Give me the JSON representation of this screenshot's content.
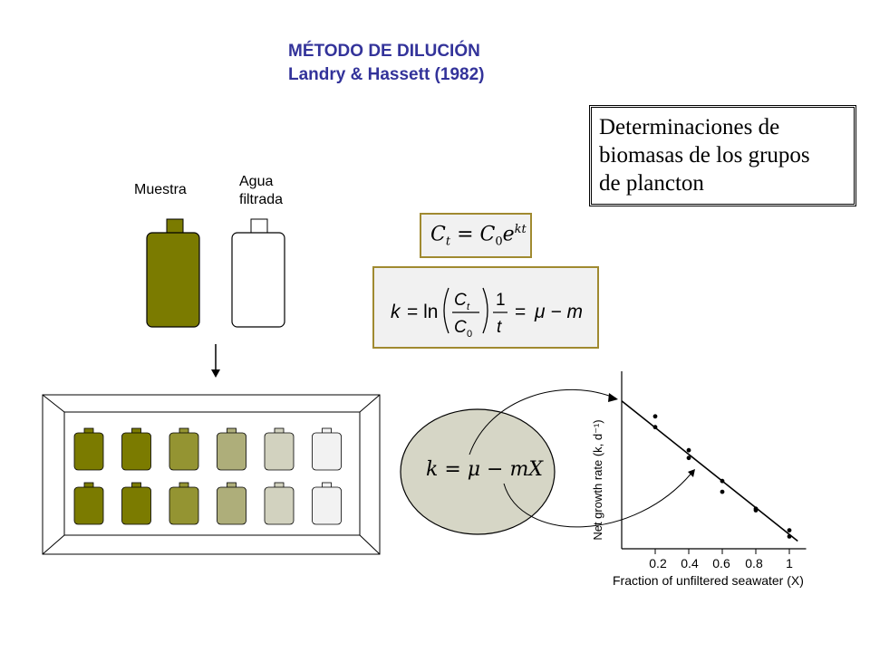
{
  "title": {
    "line1": "MÉTODO DE DILUCIÓN",
    "line2": "Landry & Hassett (1982)"
  },
  "note_box": {
    "line1": "Determinaciones de",
    "line2": "biomasas de los grupos",
    "line3": "de plancton"
  },
  "bottles": {
    "sample_label": "Muestra",
    "filtered_label_line1": "Agua",
    "filtered_label_line2": "filtrada"
  },
  "equations": {
    "exponential": {
      "lhs": "C",
      "lhs_sub": "t",
      "rhs": "C",
      "rhs_sub": "0",
      "e": "e",
      "exp": "kt"
    },
    "rate": "k = ln(C_t / C_0)(1/t) = μ − m",
    "linear": "k = μ − mX"
  },
  "dilution_tray": {
    "rows": 2,
    "colors": [
      "#7b7b00",
      "#7b7b00",
      "#949432",
      "#aeae7a",
      "#d2d2bf",
      "#f2f2f2"
    ]
  },
  "chart_data": {
    "type": "scatter",
    "xlabel": "Fraction of unfiltered seawater (X)",
    "ylabel": "Net growth rate (k, d⁻¹)",
    "x_ticks": [
      "0.2",
      "0.4",
      "0.6",
      "0.8",
      "1"
    ],
    "xlim": [
      0,
      1.1
    ],
    "points": [
      [
        0.2,
        0.86
      ],
      [
        0.2,
        0.79
      ],
      [
        0.4,
        0.64
      ],
      [
        0.4,
        0.59
      ],
      [
        0.6,
        0.44
      ],
      [
        0.6,
        0.37
      ],
      [
        0.8,
        0.26
      ],
      [
        0.8,
        0.25
      ],
      [
        1.0,
        0.12
      ],
      [
        1.0,
        0.08
      ]
    ],
    "fit_line": [
      [
        0.0,
        0.96
      ],
      [
        1.05,
        0.05
      ]
    ]
  }
}
